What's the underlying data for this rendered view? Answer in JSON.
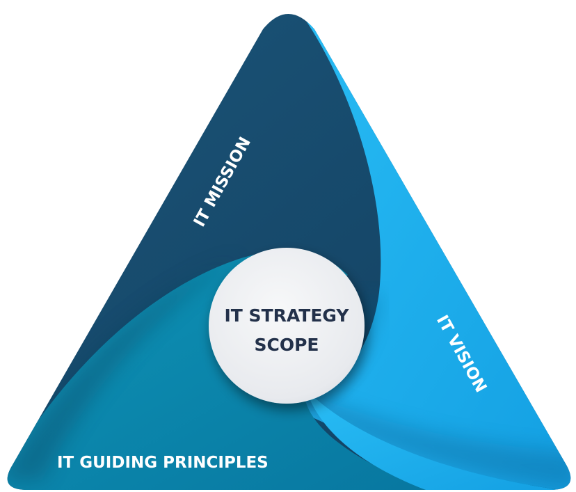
{
  "diagram": {
    "center": {
      "line1": "IT STRATEGY",
      "line2": "SCOPE"
    },
    "segments": {
      "mission": "IT MISSION",
      "vision": "IT VISION",
      "guiding_principles": "IT GUIDING PRINCIPLES"
    },
    "colors": {
      "mission": "#15486b",
      "vision": "#1eaef0",
      "guiding_principles": "#0b86a8",
      "center_fill": "#eef0f2",
      "center_text": "#23314a"
    }
  }
}
